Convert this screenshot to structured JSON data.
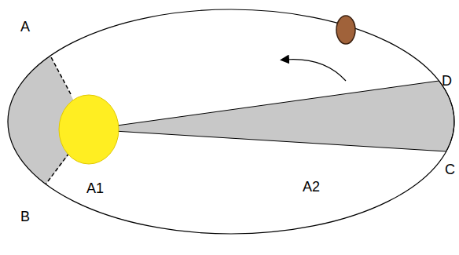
{
  "diagram": {
    "labels": [
      "A",
      "D",
      "A1",
      "A2",
      "B",
      "C"
    ]
  }
}
